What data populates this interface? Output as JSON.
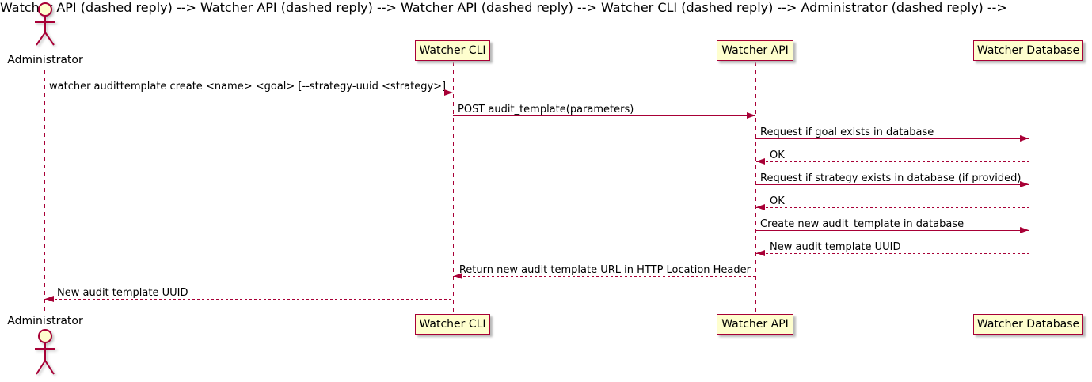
{
  "diagram": {
    "type": "uml-sequence",
    "colors": {
      "accent": "#A80036",
      "participant_fill": "#FEFECE",
      "text": "#000000",
      "background": "#FFFFFF"
    },
    "actor": {
      "label": "Administrator"
    },
    "participants": [
      {
        "label": "Watcher CLI"
      },
      {
        "label": "Watcher API"
      },
      {
        "label": "Watcher Database"
      }
    ],
    "messages": [
      {
        "from": "Administrator",
        "to": "Watcher CLI",
        "style": "solid",
        "text": "watcher audittemplate create <name> <goal> [--strategy-uuid <strategy>]"
      },
      {
        "from": "Watcher CLI",
        "to": "Watcher API",
        "style": "solid",
        "text": "POST audit_template(parameters)"
      },
      {
        "from": "Watcher API",
        "to": "Watcher Database",
        "style": "solid",
        "text": "Request if goal exists in database"
      },
      {
        "from": "Watcher Database",
        "to": "Watcher API",
        "style": "dashed",
        "text": "OK"
      },
      {
        "from": "Watcher API",
        "to": "Watcher Database",
        "style": "solid",
        "text": "Request if strategy exists in database (if provided)"
      },
      {
        "from": "Watcher Database",
        "to": "Watcher API",
        "style": "dashed",
        "text": "OK"
      },
      {
        "from": "Watcher API",
        "to": "Watcher Database",
        "style": "solid",
        "text": "Create new audit_template in database"
      },
      {
        "from": "Watcher Database",
        "to": "Watcher API",
        "style": "dashed",
        "text": "New audit template UUID"
      },
      {
        "from": "Watcher API",
        "to": "Watcher CLI",
        "style": "dashed",
        "text": "Return new audit template URL in HTTP Location Header"
      },
      {
        "from": "Watcher CLI",
        "to": "Administrator",
        "style": "dashed",
        "text": "New audit template UUID"
      }
    ]
  }
}
